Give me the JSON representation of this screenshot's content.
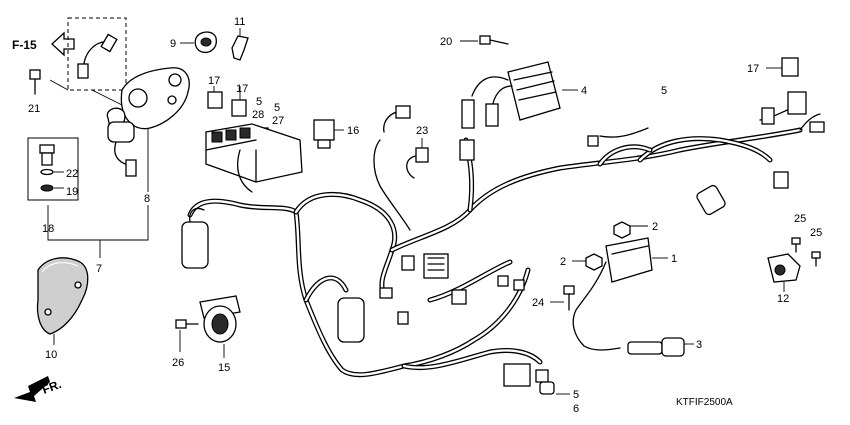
{
  "diagram": {
    "reference": "F-15",
    "drawing_code": "KTFIF2500A",
    "direction": "FR.",
    "callouts": [
      {
        "id": "1",
        "text": "1"
      },
      {
        "id": "2a",
        "text": "2"
      },
      {
        "id": "2b",
        "text": "2"
      },
      {
        "id": "3",
        "text": "3"
      },
      {
        "id": "4",
        "text": "4"
      },
      {
        "id": "5a",
        "text": "5"
      },
      {
        "id": "5b",
        "text": "5"
      },
      {
        "id": "5c",
        "text": "5"
      },
      {
        "id": "5d",
        "text": "5"
      },
      {
        "id": "6",
        "text": "6"
      },
      {
        "id": "7",
        "text": "7"
      },
      {
        "id": "8",
        "text": "8"
      },
      {
        "id": "9",
        "text": "9"
      },
      {
        "id": "10",
        "text": "10"
      },
      {
        "id": "11",
        "text": "11"
      },
      {
        "id": "12",
        "text": "12"
      },
      {
        "id": "15",
        "text": "15"
      },
      {
        "id": "16",
        "text": "16"
      },
      {
        "id": "17a",
        "text": "17"
      },
      {
        "id": "17b",
        "text": "17"
      },
      {
        "id": "17c",
        "text": "17"
      },
      {
        "id": "18",
        "text": "18"
      },
      {
        "id": "19",
        "text": "19"
      },
      {
        "id": "20",
        "text": "20"
      },
      {
        "id": "21",
        "text": "21"
      },
      {
        "id": "22",
        "text": "22"
      },
      {
        "id": "23",
        "text": "23"
      },
      {
        "id": "24",
        "text": "24"
      },
      {
        "id": "25a",
        "text": "25"
      },
      {
        "id": "25b",
        "text": "25"
      },
      {
        "id": "26",
        "text": "26"
      },
      {
        "id": "27",
        "text": "27"
      },
      {
        "id": "28",
        "text": "28"
      }
    ]
  }
}
